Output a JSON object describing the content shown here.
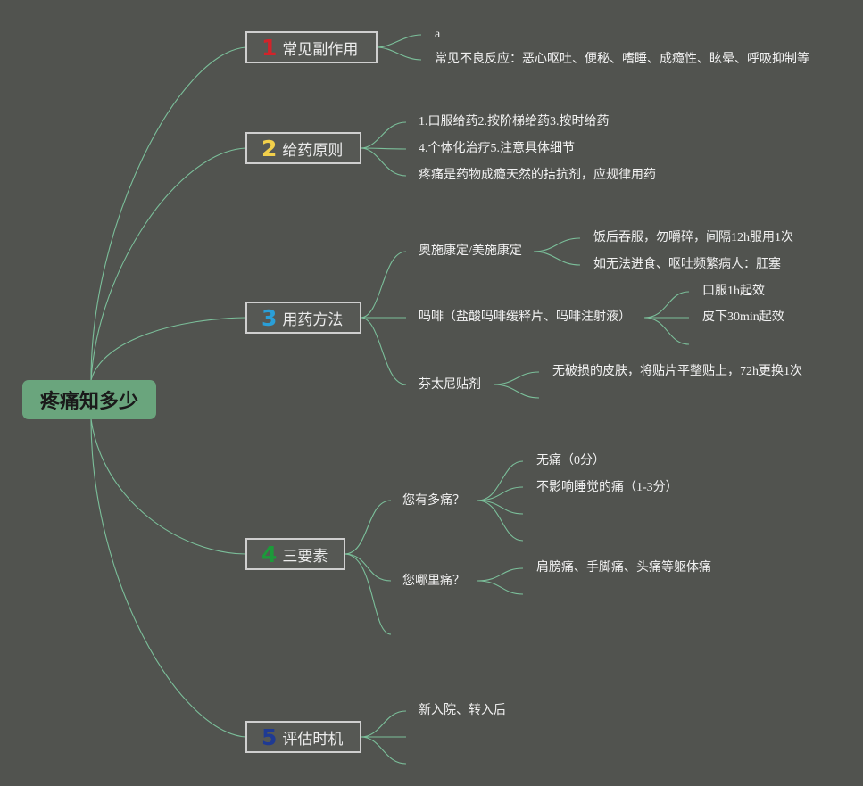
{
  "root": {
    "label": "疼痛知多少"
  },
  "colors": {
    "link": "#7bbf9a",
    "background": "#51534f",
    "root_fill": "#6aa57d",
    "num1": "#d2232a",
    "num2": "#f2d04b",
    "num3": "#2a9fd8",
    "num4": "#1c9a3a",
    "num5": "#1f3a93"
  },
  "branches": [
    {
      "num": "1",
      "label": "常见副作用",
      "items": [
        "a",
        "常见不良反应：恶心呕吐、便秘、嗜睡、成瘾性、眩晕、呼吸抑制等"
      ]
    },
    {
      "num": "2",
      "label": "给药原则",
      "items": [
        "1.口服给药2.按阶梯给药3.按时给药",
        "4.个体化治疗5.注意具体细节",
        "疼痛是药物成瘾天然的拮抗剂，应规律用药"
      ]
    },
    {
      "num": "3",
      "label": "用药方法",
      "groups": [
        {
          "label": "奥施康定/美施康定",
          "items": [
            "饭后吞服，勿嚼碎，间隔12h服用1次",
            "如无法进食、呕吐频繁病人：肛塞"
          ]
        },
        {
          "label": "吗啡（盐酸吗啡缓释片、吗啡注射液）",
          "items": [
            "口服1h起效",
            "皮下30min起效"
          ]
        },
        {
          "label": "芬太尼贴剂",
          "items": [
            "无破损的皮肤，将贴片平整贴上，72h更换1次"
          ]
        }
      ]
    },
    {
      "num": "4",
      "label": "三要素",
      "groups": [
        {
          "label": "您有多痛？",
          "items": [
            "无痛（0分）",
            "不影响睡觉的痛（1-3分）"
          ]
        },
        {
          "label": "您哪里痛？",
          "items": [
            "肩膀痛、手脚痛、头痛等躯体痛"
          ]
        }
      ]
    },
    {
      "num": "5",
      "label": "评估时机",
      "items": [
        "新入院、转入后"
      ]
    }
  ]
}
